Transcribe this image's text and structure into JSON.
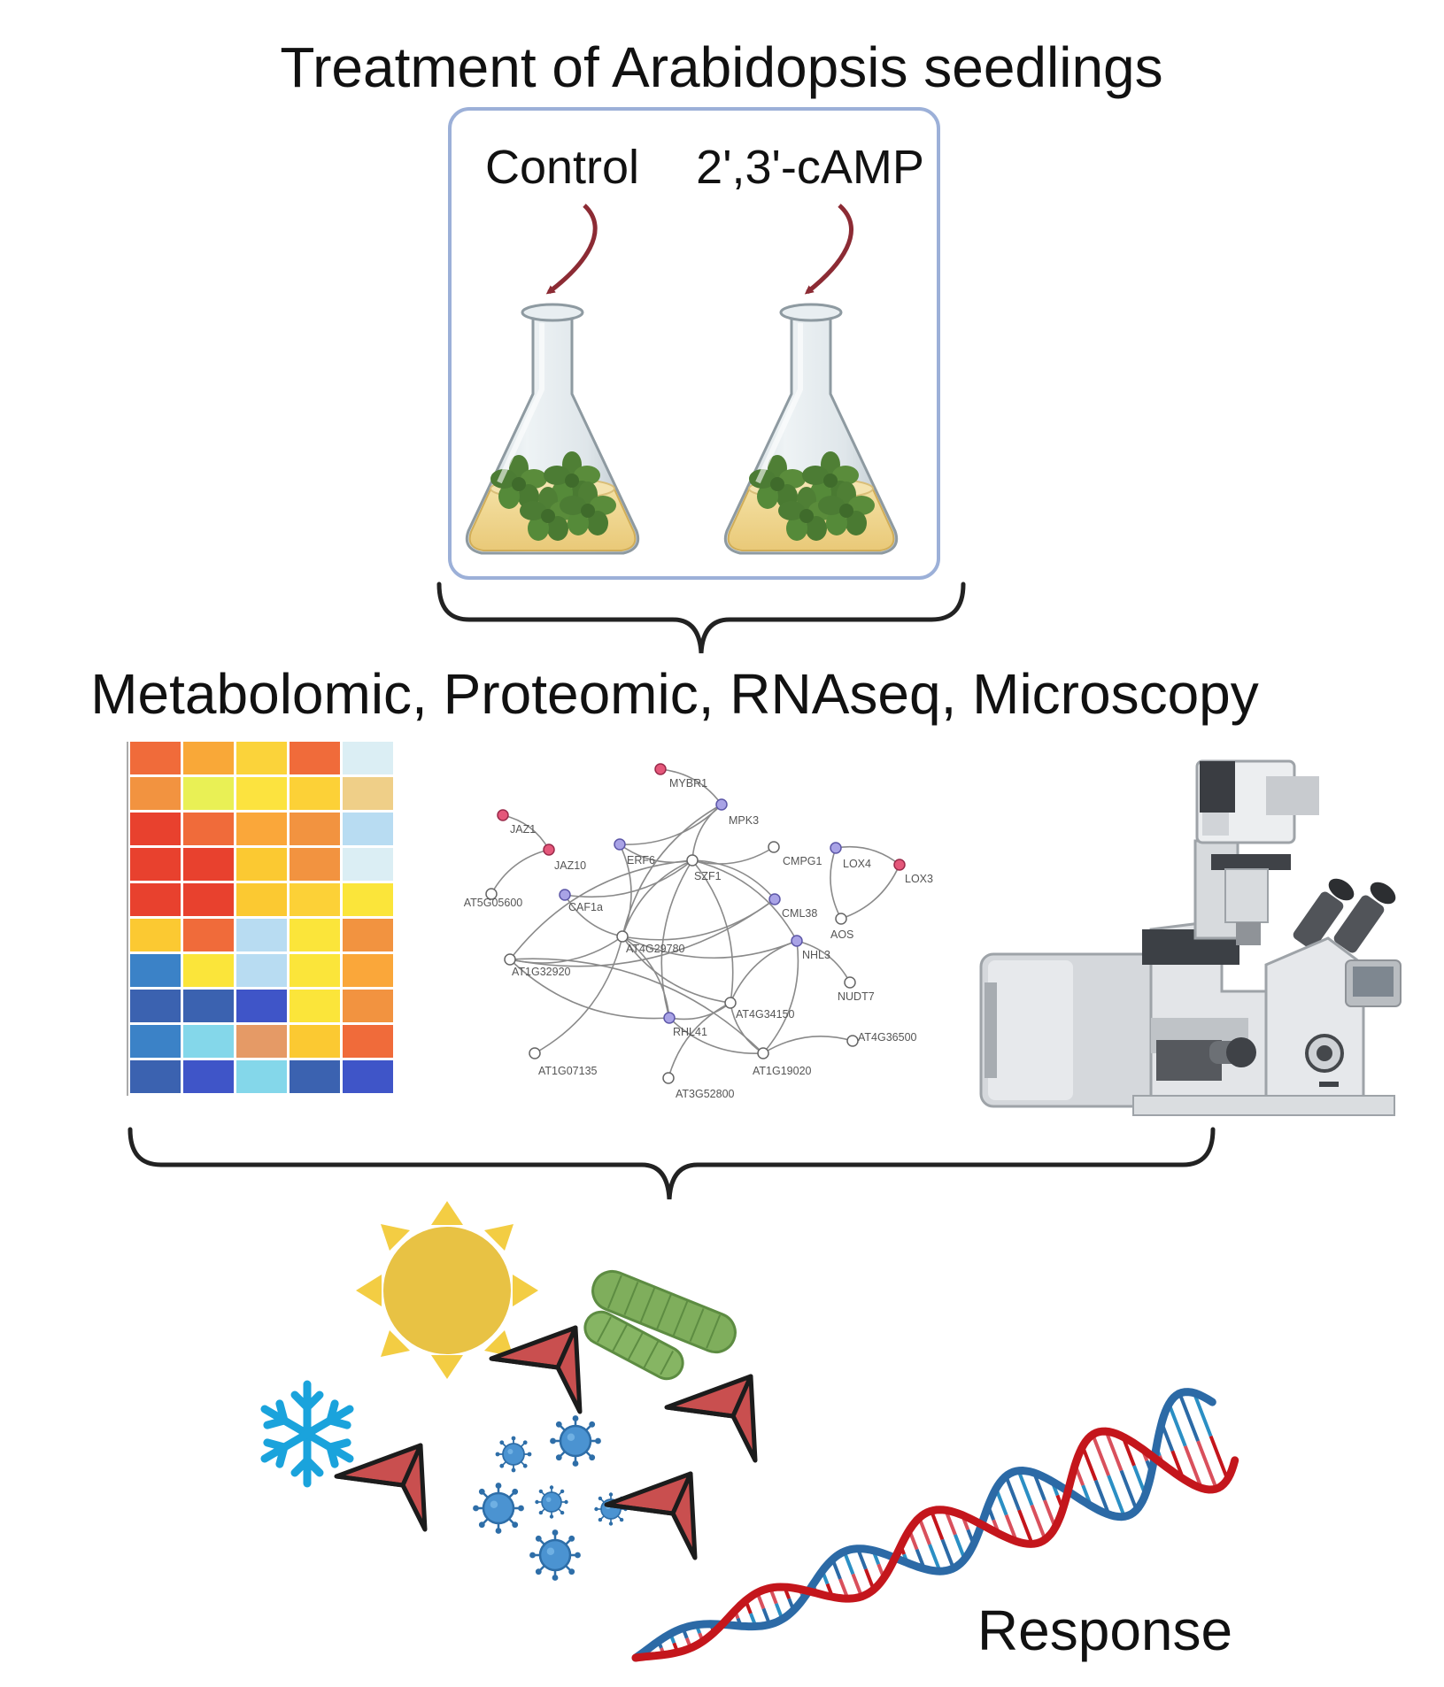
{
  "title": "Treatment of Arabidopsis seedlings",
  "treatments": {
    "control_label": "Control",
    "treated_label": "2',3'-cAMP"
  },
  "methods_label": "Metabolomic, Proteomic, RNAseq, Microscopy",
  "response_label": "Response",
  "colors": {
    "box_border": "#9cb0d8",
    "brace": "#222222",
    "arrow_red": "#c94f4f",
    "curved_arrow": "#8c2b34",
    "sun": "#e8c244",
    "snowflake": "#1aa3dc",
    "virus": "#3c83c0",
    "caterpillar": "#7fae5c",
    "dna_red": "#c4161c",
    "dna_blue": "#2c6aa6"
  },
  "heatmap": {
    "columns": 5,
    "rows": [
      [
        "#f06b3a",
        "#f9a838",
        "#fbd33a",
        "#f06b3a",
        "#dbeef4"
      ],
      [
        "#f29340",
        "#e9f055",
        "#fce33f",
        "#fcd137",
        "#efcf88"
      ],
      [
        "#e8412e",
        "#f06b3a",
        "#faa73a",
        "#f29340",
        "#b8dcf2"
      ],
      [
        "#e8412e",
        "#e8412e",
        "#fbc932",
        "#f29340",
        "#dbeef4"
      ],
      [
        "#e8412e",
        "#e8412e",
        "#fbc932",
        "#fcd137",
        "#fbe53a"
      ],
      [
        "#fbc932",
        "#f06b3a",
        "#b8dcf2",
        "#fbe53a",
        "#f29340"
      ],
      [
        "#3b82c7",
        "#fbe53a",
        "#b8dcf2",
        "#fbe53a",
        "#faa73a"
      ],
      [
        "#3b62b0",
        "#3b62b0",
        "#3f55c8",
        "#fbe53a",
        "#f29340"
      ],
      [
        "#3b82c7",
        "#84d7ea",
        "#e59a66",
        "#fbc932",
        "#f06b3a"
      ],
      [
        "#3b62b0",
        "#3f55c8",
        "#84d7ea",
        "#3b62b0",
        "#3f55c8"
      ]
    ]
  },
  "network": {
    "nodes": [
      {
        "id": "MYBR1",
        "label": "MYBR1",
        "type": "red"
      },
      {
        "id": "MPK3",
        "label": "MPK3",
        "type": "purple"
      },
      {
        "id": "JAZ1",
        "label": "JAZ1",
        "type": "red"
      },
      {
        "id": "JAZ10",
        "label": "JAZ10",
        "type": "red"
      },
      {
        "id": "ERF6",
        "label": "ERF6",
        "type": "purple"
      },
      {
        "id": "SZF1",
        "label": "SZF1",
        "type": "white"
      },
      {
        "id": "CMPG1",
        "label": "CMPG1",
        "type": "white"
      },
      {
        "id": "LOX4",
        "label": "LOX4",
        "type": "purple"
      },
      {
        "id": "LOX3",
        "label": "LOX3",
        "type": "red"
      },
      {
        "id": "AT5G05600",
        "label": "AT5G05600",
        "type": "white"
      },
      {
        "id": "CAF1a",
        "label": "CAF1a",
        "type": "purple"
      },
      {
        "id": "CML38",
        "label": "CML38",
        "type": "purple"
      },
      {
        "id": "AOS",
        "label": "AOS",
        "type": "white"
      },
      {
        "id": "AT4G29780",
        "label": "AT4G29780",
        "type": "white"
      },
      {
        "id": "NHL3",
        "label": "NHL3",
        "type": "purple"
      },
      {
        "id": "AT1G32920",
        "label": "AT1G32920",
        "type": "white"
      },
      {
        "id": "NUDT7",
        "label": "NUDT7",
        "type": "white"
      },
      {
        "id": "AT4G34150",
        "label": "AT4G34150",
        "type": "white"
      },
      {
        "id": "RHL41",
        "label": "RHL41",
        "type": "purple"
      },
      {
        "id": "AT1G07135",
        "label": "AT1G07135",
        "type": "white"
      },
      {
        "id": "AT1G19020",
        "label": "AT1G19020",
        "type": "white"
      },
      {
        "id": "AT4G36500",
        "label": "AT4G36500",
        "type": "white"
      },
      {
        "id": "AT3G52800",
        "label": "AT3G52800",
        "type": "white"
      }
    ],
    "edges": [
      [
        "MYBR1",
        "MPK3"
      ],
      [
        "MPK3",
        "SZF1"
      ],
      [
        "MPK3",
        "ERF6"
      ],
      [
        "MPK3",
        "AT4G29780"
      ],
      [
        "JAZ1",
        "JAZ10"
      ],
      [
        "JAZ10",
        "AT5G05600"
      ],
      [
        "LOX4",
        "LOX3"
      ],
      [
        "LOX4",
        "AOS"
      ],
      [
        "LOX3",
        "AOS"
      ],
      [
        "ERF6",
        "SZF1"
      ],
      [
        "ERF6",
        "AT4G29780"
      ],
      [
        "SZF1",
        "CMPG1"
      ],
      [
        "SZF1",
        "CML38"
      ],
      [
        "SZF1",
        "AT4G29780"
      ],
      [
        "SZF1",
        "NHL3"
      ],
      [
        "SZF1",
        "RHL41"
      ],
      [
        "SZF1",
        "AT4G34150"
      ],
      [
        "SZF1",
        "AT1G32920"
      ],
      [
        "SZF1",
        "CAF1a"
      ],
      [
        "CAF1a",
        "AT4G29780"
      ],
      [
        "AT4G29780",
        "AT1G32920"
      ],
      [
        "AT4G29780",
        "NHL3"
      ],
      [
        "AT4G29780",
        "RHL41"
      ],
      [
        "AT4G29780",
        "AT4G34150"
      ],
      [
        "AT4G29780",
        "AT1G07135"
      ],
      [
        "AT4G29780",
        "CML38"
      ],
      [
        "NHL3",
        "NUDT7"
      ],
      [
        "NHL3",
        "AT4G34150"
      ],
      [
        "NHL3",
        "AT1G19020"
      ],
      [
        "AT4G34150",
        "AT1G19020"
      ],
      [
        "AT4G34150",
        "RHL41"
      ],
      [
        "AT4G34150",
        "AT3G52800"
      ],
      [
        "RHL41",
        "AT1G32920"
      ],
      [
        "RHL41",
        "AT1G19020"
      ],
      [
        "AT1G19020",
        "AT4G36500"
      ],
      [
        "AT1G19020",
        "AT1G32920"
      ],
      [
        "CML38",
        "AT1G32920"
      ]
    ]
  }
}
